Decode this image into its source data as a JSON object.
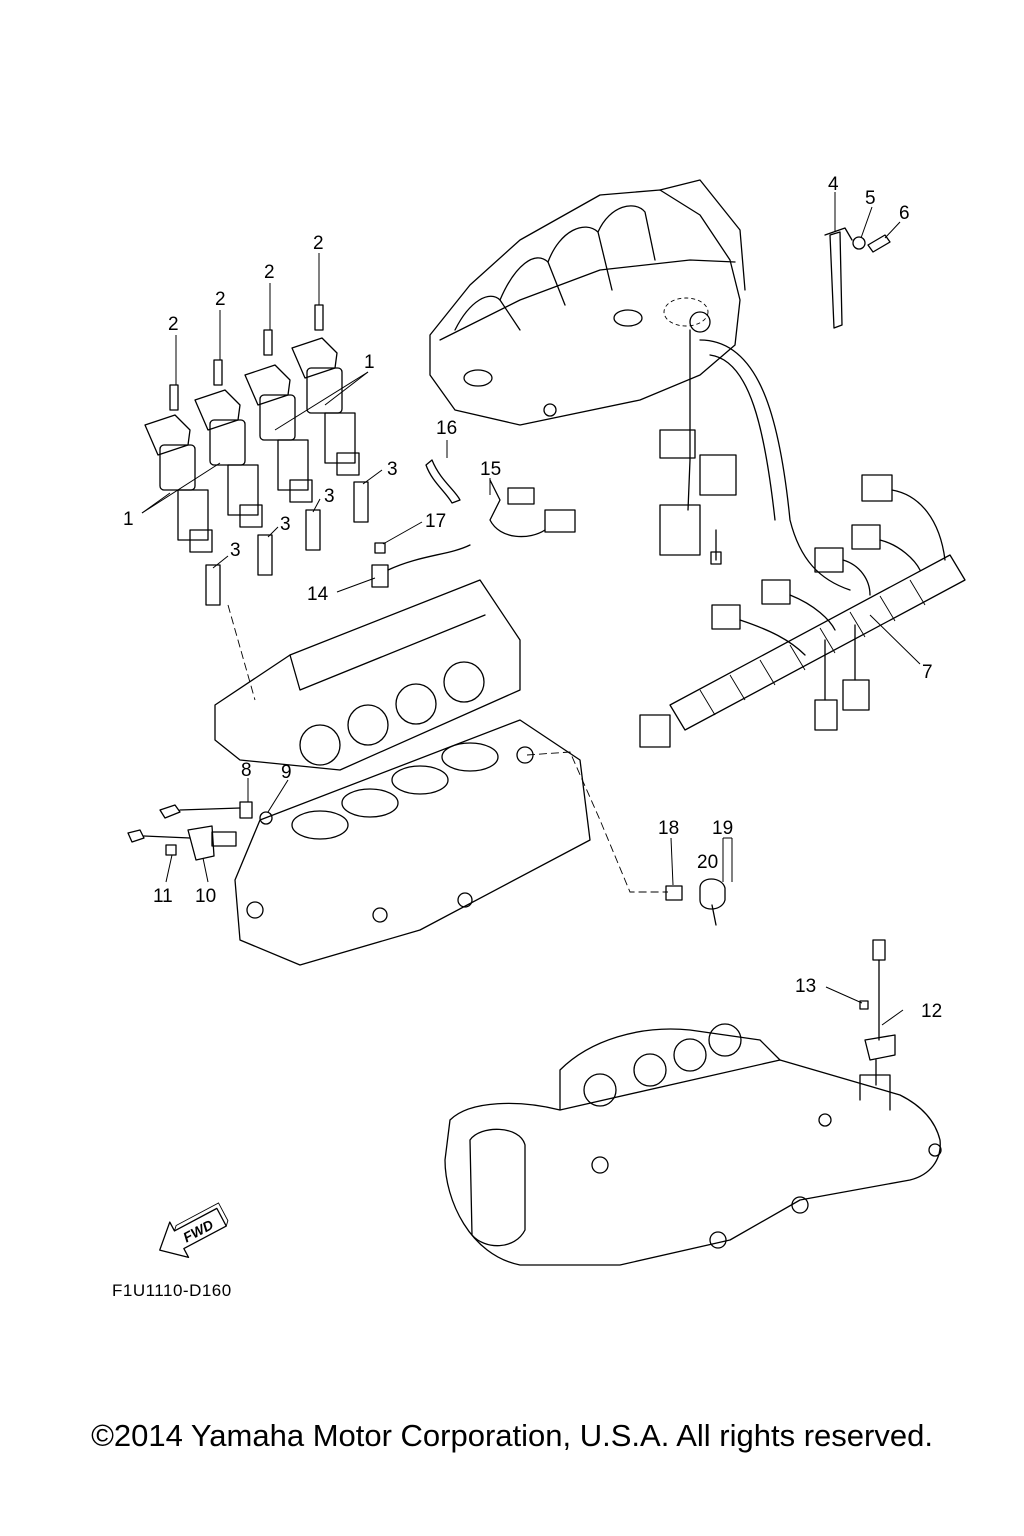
{
  "callouts": {
    "c1a": "1",
    "c1b": "1",
    "c2a": "2",
    "c2b": "2",
    "c2c": "2",
    "c2d": "2",
    "c3a": "3",
    "c3b": "3",
    "c3c": "3",
    "c3d": "3",
    "c4": "4",
    "c5": "5",
    "c6": "6",
    "c7": "7",
    "c8": "8",
    "c9": "9",
    "c10": "10",
    "c11": "11",
    "c12": "12",
    "c13": "13",
    "c14": "14",
    "c15": "15",
    "c16": "16",
    "c17": "17",
    "c18": "18",
    "c19": "19",
    "c20": "20"
  },
  "fwd_label": "FWD",
  "figure_code": "F1U1110-D160",
  "copyright": "©2014 Yamaha Motor Corporation, U.S.A. All rights reserved."
}
